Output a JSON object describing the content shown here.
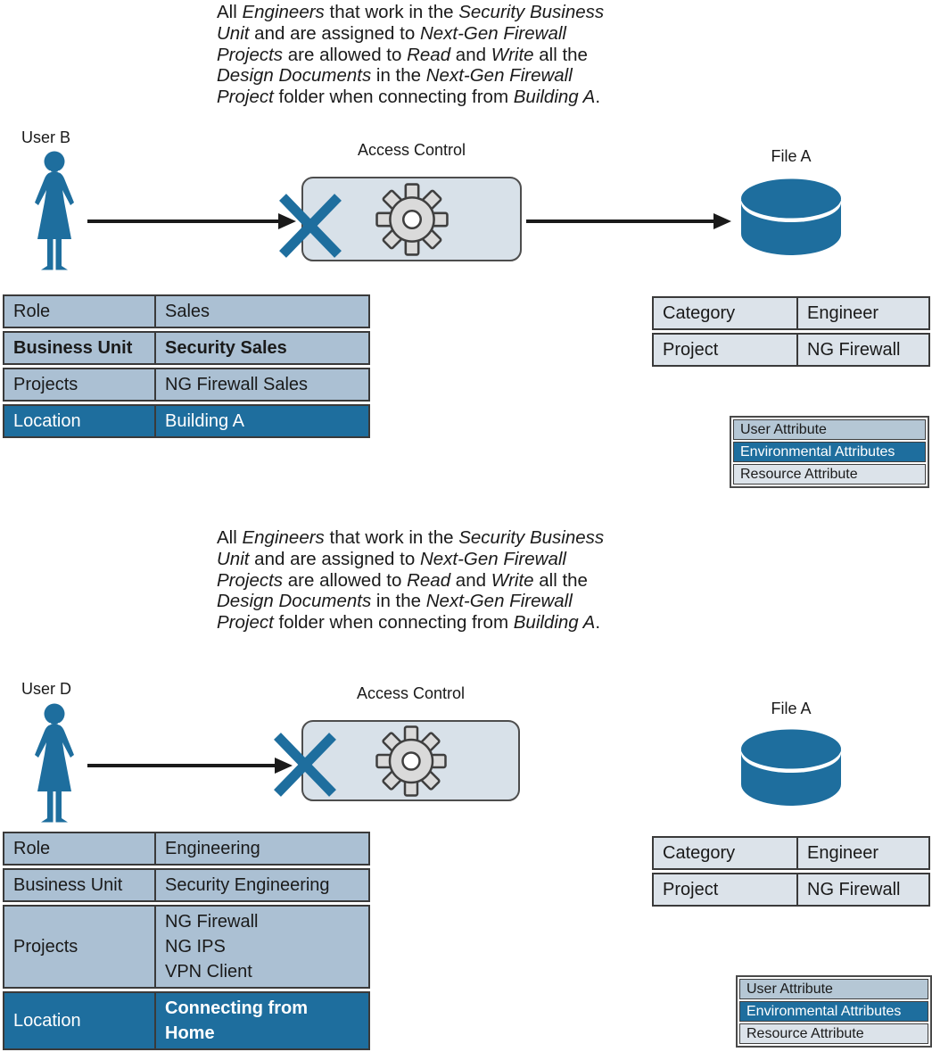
{
  "colors": {
    "accent_blue": "#1E6E9E",
    "user_attribute_row": "#ABC0D3",
    "resource_attribute_row": "#DCE3EA",
    "legend_user_row": "#B5C7D5",
    "access_box_fill": "#D8E1E9",
    "gear_fill": "#DADADA",
    "arrow_black": "#1A1A1A"
  },
  "panels": [
    {
      "policy_lines": [
        [
          [
            "All ",
            0
          ],
          [
            "Engineers",
            1
          ],
          [
            " that work in the ",
            0
          ],
          [
            "Security Business",
            1
          ]
        ],
        [
          [
            "Unit",
            1
          ],
          [
            " and are assigned to ",
            0
          ],
          [
            "Next-Gen Firewall",
            1
          ]
        ],
        [
          [
            "Projects",
            1
          ],
          [
            " are allowed to ",
            0
          ],
          [
            "Read",
            1
          ],
          [
            " and ",
            0
          ],
          [
            "Write",
            1
          ],
          [
            " all the",
            0
          ]
        ],
        [
          [
            "Design Documents",
            1
          ],
          [
            " in the ",
            0
          ],
          [
            "Next-Gen Firewall",
            1
          ]
        ],
        [
          [
            "Project",
            1
          ],
          [
            " folder when connecting from ",
            0
          ],
          [
            "Building A",
            1
          ],
          [
            ".",
            0
          ]
        ]
      ],
      "user_label": "User B",
      "access_control_label": "Access Control",
      "file_label": "File A",
      "user_table": {
        "rows": [
          {
            "label": "Role",
            "value": "Sales"
          },
          {
            "label": "Business Unit",
            "value": "Security Sales",
            "lb": true,
            "vb": true
          },
          {
            "label": "Projects",
            "value": "NG Firewall Sales"
          },
          {
            "label": "Location",
            "value": "Building A",
            "hl": true
          }
        ]
      },
      "resource_table": {
        "rows": [
          {
            "label": "Category",
            "value": "Engineer"
          },
          {
            "label": "Project",
            "value": "NG Firewall"
          }
        ]
      },
      "legend": [
        {
          "label": "User Attribute",
          "type": "user"
        },
        {
          "label": "Environmental Attributes",
          "type": "environmental"
        },
        {
          "label": "Resource Attribute",
          "type": "resource"
        }
      ]
    },
    {
      "policy_lines": [
        [
          [
            "All ",
            0
          ],
          [
            "Engineers",
            1
          ],
          [
            " that work in the ",
            0
          ],
          [
            "Security Business",
            1
          ]
        ],
        [
          [
            "Unit",
            1
          ],
          [
            " and are assigned to ",
            0
          ],
          [
            "Next-Gen Firewall",
            1
          ]
        ],
        [
          [
            "Projects",
            1
          ],
          [
            " are allowed to ",
            0
          ],
          [
            "Read",
            1
          ],
          [
            " and ",
            0
          ],
          [
            "Write",
            1
          ],
          [
            " all the",
            0
          ]
        ],
        [
          [
            "Design Documents",
            1
          ],
          [
            " in the ",
            0
          ],
          [
            "Next-Gen Firewall",
            1
          ]
        ],
        [
          [
            "Project",
            1
          ],
          [
            " folder when connecting from ",
            0
          ],
          [
            "Building A",
            1
          ],
          [
            ".",
            0
          ]
        ]
      ],
      "user_label": "User D",
      "access_control_label": "Access Control",
      "file_label": "File A",
      "user_table": {
        "rows": [
          {
            "label": "Role",
            "value": "Engineering"
          },
          {
            "label": "Business Unit",
            "value": "Security Engineering"
          },
          {
            "label": "Projects",
            "value": [
              "NG Firewall",
              "NG IPS",
              "VPN Client"
            ]
          },
          {
            "label": "Location",
            "value": [
              "Connecting from",
              "Home"
            ],
            "vb": true,
            "hl": true
          }
        ]
      },
      "resource_table": {
        "rows": [
          {
            "label": "Category",
            "value": "Engineer"
          },
          {
            "label": "Project",
            "value": "NG Firewall"
          }
        ]
      },
      "legend": [
        {
          "label": "User Attribute",
          "type": "user"
        },
        {
          "label": "Environmental Attributes",
          "type": "environmental"
        },
        {
          "label": "Resource Attribute",
          "type": "resource"
        }
      ]
    }
  ]
}
